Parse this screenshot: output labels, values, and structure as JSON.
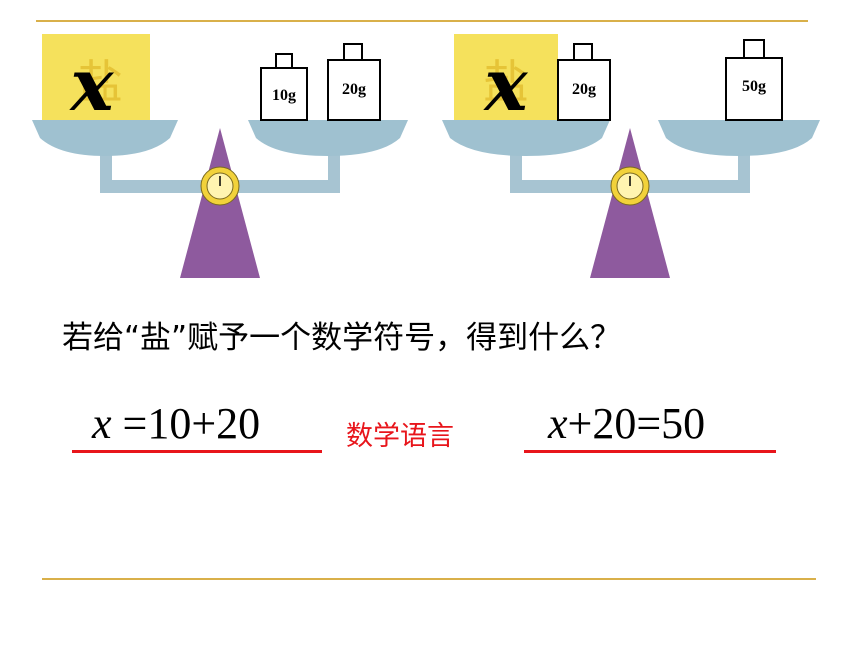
{
  "diagram": {
    "left_scale": {
      "unknown_symbol": "x",
      "block_watermark": "盐",
      "weights": [
        "10g",
        "20g"
      ]
    },
    "right_scale": {
      "unknown_symbol": "x",
      "block_watermark": "盐",
      "left_pan_weight": "20g",
      "right_pan_weight": "50g"
    },
    "colors": {
      "block": "#f5e15c",
      "pan": "#9fc1d0",
      "beam": "#a7c4d2",
      "stand": "#8e5a9e",
      "dial": "#f2d23a",
      "rule": "#d9b04a",
      "accent": "#e8151b"
    }
  },
  "question": "若给“盐”赋予一个数学符号，得到什么？",
  "equation_left": {
    "var": "x",
    "rest": " =10+20"
  },
  "equation_right": {
    "var": "x",
    "rest": "+20=50"
  },
  "label": "数学语言"
}
